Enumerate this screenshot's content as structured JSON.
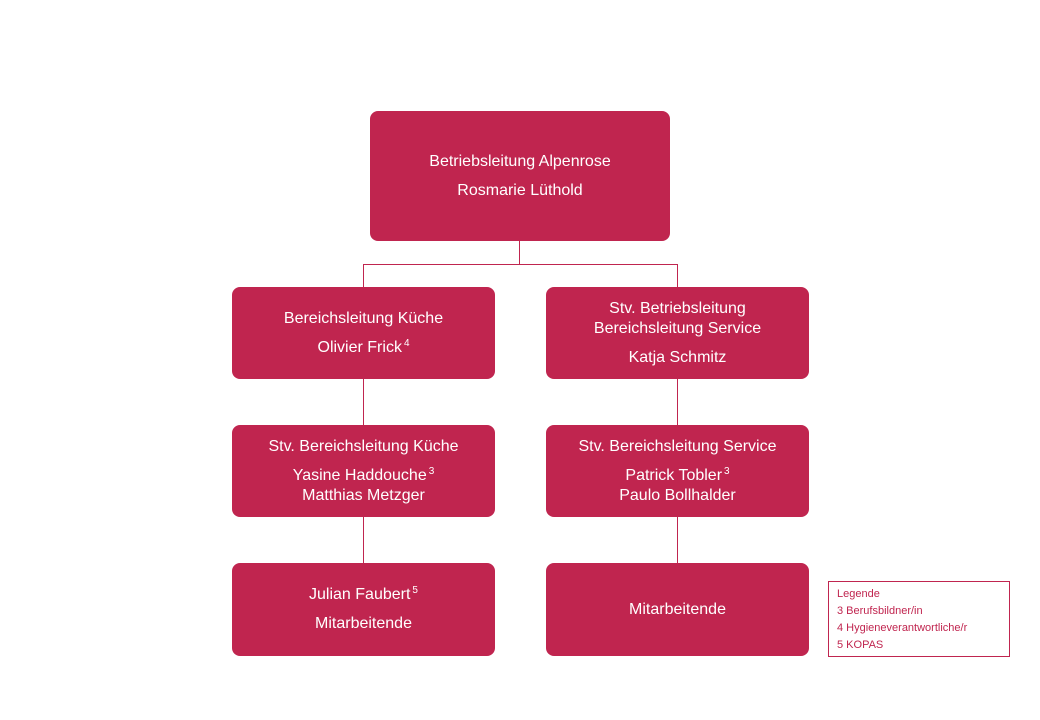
{
  "colors": {
    "box_fill": "#c0254f",
    "box_text": "#ffffff",
    "connector": "#c0254f",
    "legend": "#c0254f"
  },
  "org": {
    "top": {
      "title": "Betriebsleitung Alpenrose",
      "name": "Rosmarie Lüthold"
    },
    "kitchen_lead": {
      "title": "Bereichsleitung Küche",
      "name": "Olivier Frick",
      "name_sup": "4"
    },
    "service_lead": {
      "title_line1": "Stv. Betriebsleitung",
      "title_line2": "Bereichsleitung Service",
      "name": "Katja Schmitz"
    },
    "kitchen_deputy": {
      "title": "Stv. Bereichsleitung Küche",
      "name1": "Yasine Haddouche",
      "name1_sup": "3",
      "name2": "Matthias Metzger"
    },
    "service_deputy": {
      "title": "Stv. Bereichsleitung Service",
      "name1": "Patrick Tobler",
      "name1_sup": "3",
      "name2": "Paulo Bollhalder"
    },
    "kitchen_staff": {
      "name": "Julian Faubert",
      "name_sup": "5",
      "role": "Mitarbeitende"
    },
    "service_staff": {
      "role": "Mitarbeitende"
    }
  },
  "legend": {
    "title": "Legende",
    "items": [
      "3 Berufsbildner/in",
      "4 Hygieneverantwortliche/r",
      "5 KOPAS"
    ]
  }
}
